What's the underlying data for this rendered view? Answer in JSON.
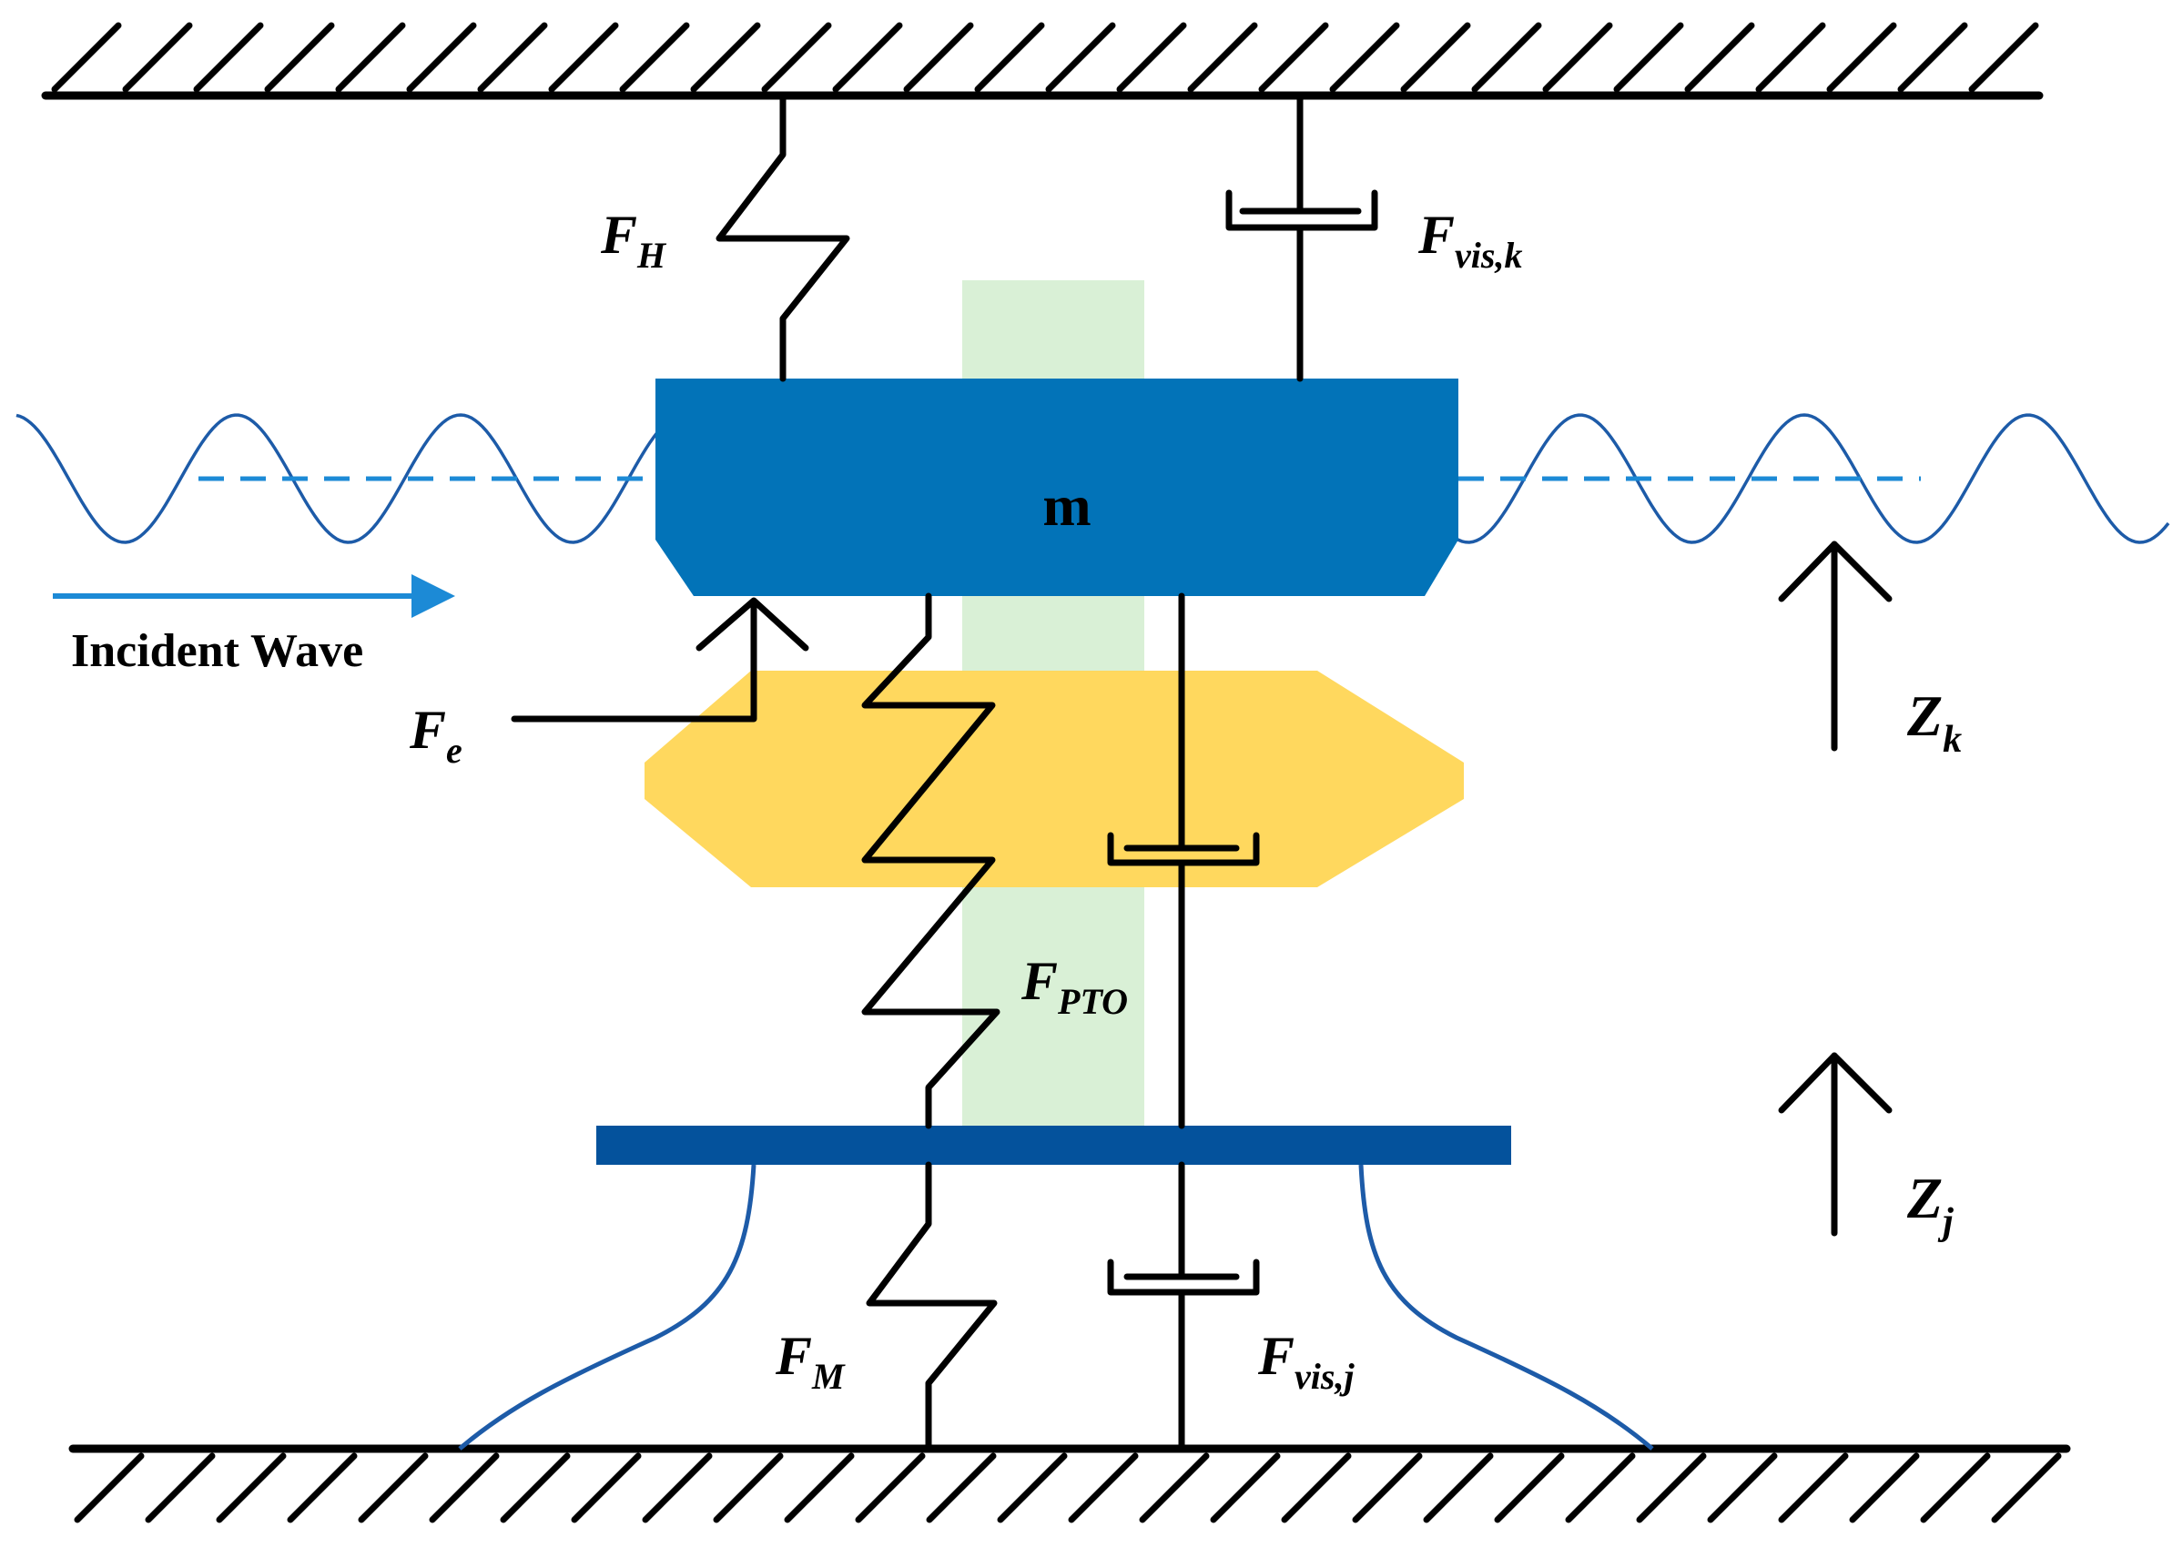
{
  "labels": {
    "mass": "m",
    "incident_wave": "Incident Wave",
    "hydrostatic": {
      "base": "F",
      "sub": "H"
    },
    "viscous_k": {
      "base": "F",
      "sub": "vis,k"
    },
    "excitation": {
      "base": "F",
      "sub": "e"
    },
    "pto": {
      "base": "F",
      "sub": "PTO"
    },
    "mooring": {
      "base": "F",
      "sub": "M"
    },
    "viscous_j": {
      "base": "F",
      "sub": "vis,j"
    },
    "disp_k": {
      "base": "Z",
      "sub": "k"
    },
    "disp_j": {
      "base": "Z",
      "sub": "j"
    }
  },
  "colors": {
    "float": "#0273B8",
    "plate": "#04529C",
    "body": "#FFD85E",
    "column": "#D9F0D6",
    "wave": "#1D5BA8",
    "still_water": "#1C8AD6",
    "arrow": "#1C8AD6",
    "ink": "#000000"
  }
}
